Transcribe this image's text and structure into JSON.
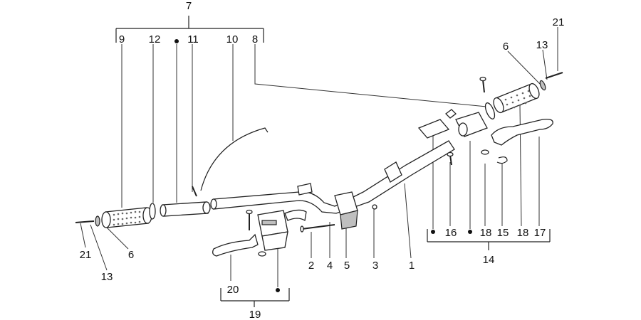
{
  "labels": {
    "l7": "7",
    "l9": "9",
    "l12": "12",
    "l11": "11",
    "l10": "10",
    "l8": "8",
    "l21r": "21",
    "l6r": "6",
    "l13r": "13",
    "l21l": "21",
    "l13l": "13",
    "l6l": "6",
    "l2": "2",
    "l4": "4",
    "l5": "5",
    "l3": "3",
    "l1": "1",
    "l16": "16",
    "l18a": "18",
    "l15": "15",
    "l18b": "18",
    "l17": "17",
    "l14": "14",
    "l20": "20",
    "l19": "19"
  }
}
